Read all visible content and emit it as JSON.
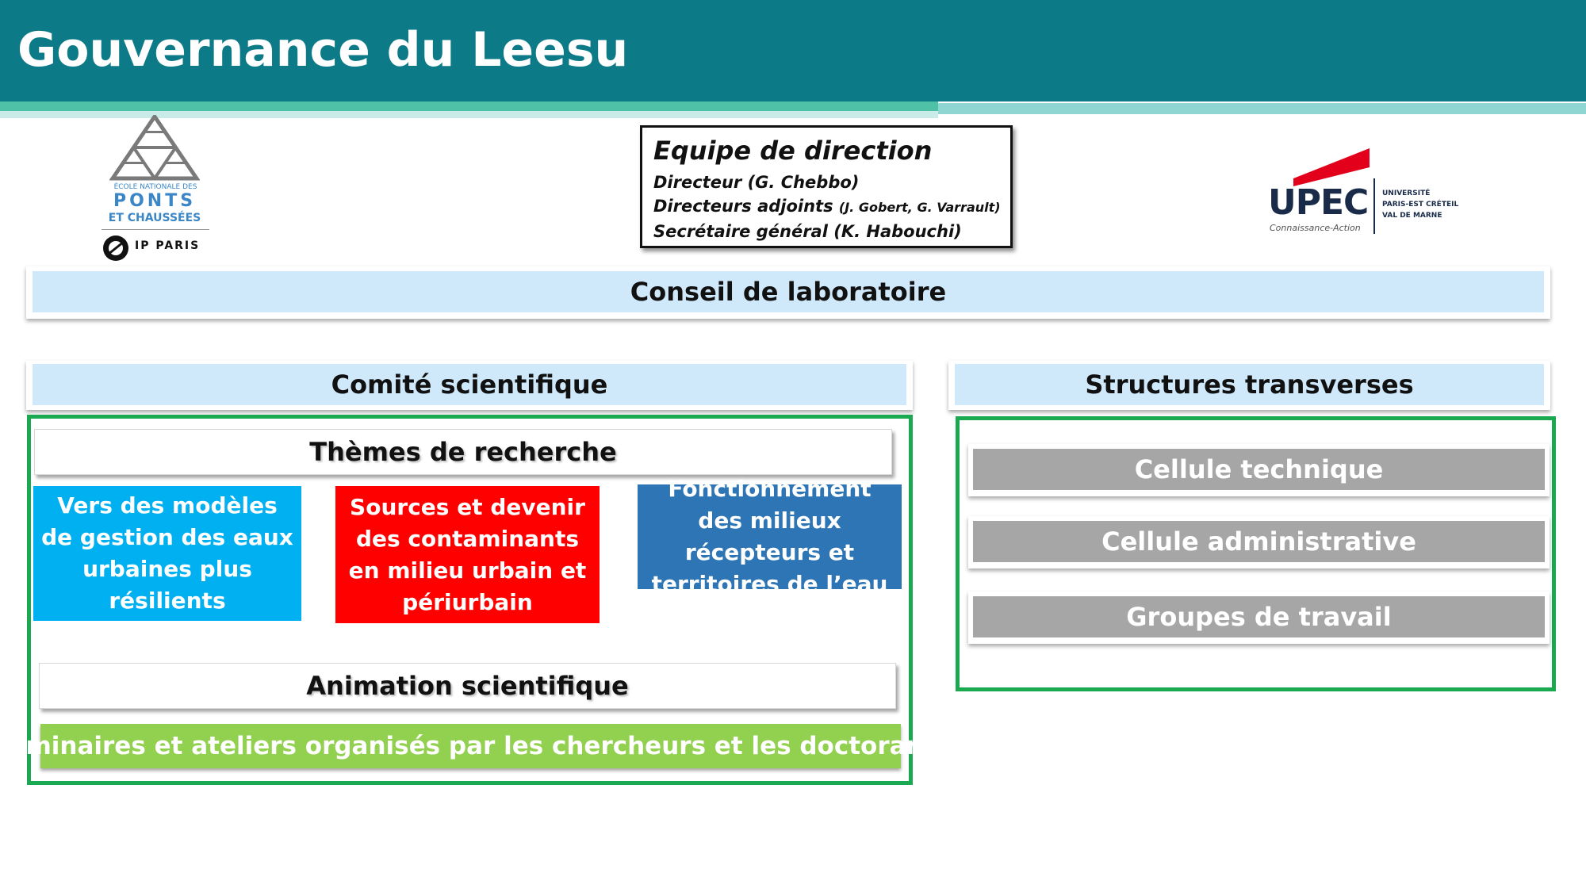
{
  "header": {
    "title": "Gouvernance du Leesu"
  },
  "logos": {
    "ponts": {
      "small": "ÉCOLE NATIONALE DES",
      "big": "PONTS",
      "sub": "ET CHAUSSÉES",
      "partner": "IP PARIS"
    },
    "upec": {
      "name": "UPEC",
      "tagline": "Connaissance-Action",
      "line1": "UNIVERSITÉ",
      "line2": "PARIS-EST CRÉTEIL",
      "line3": "VAL DE MARNE"
    }
  },
  "direction": {
    "title": "Equipe de direction",
    "directeur": "Directeur (G. Chebbo)",
    "adjoints_label": "Directeurs adjoints",
    "adjoints_names": "(J. Gobert, G. Varrault)",
    "secretaire": "Secrétaire général (K. Habouchi)"
  },
  "conseil": "Conseil de laboratoire",
  "comite": {
    "title": "Comité scientifique",
    "themes_title": "Thèmes de recherche",
    "themes": [
      {
        "label": "Vers des modèles de gestion des eaux urbaines plus résilients",
        "color": "#00b0f0"
      },
      {
        "label": "Sources et devenir des contaminants en milieu urbain et périurbain",
        "color": "#ff0000"
      },
      {
        "label": "Fonctionnement  des milieux récepteurs et territoires de l’eau",
        "color": "#2e75b6"
      }
    ],
    "animation_title": "Animation scientifique",
    "seminaires": "Séminaires et ateliers organisés par les chercheurs et les doctorants"
  },
  "structures": {
    "title": "Structures transverses",
    "items": [
      {
        "label": "Cellule technique"
      },
      {
        "label": "Cellule administrative"
      },
      {
        "label": "Groupes de travail"
      }
    ]
  },
  "colors": {
    "header_bg": "#0c7a87",
    "frame_green": "#1aa851",
    "bar_blue": "#cfe9fb",
    "banner_green": "#92d050",
    "gray": "#a6a6a6"
  }
}
